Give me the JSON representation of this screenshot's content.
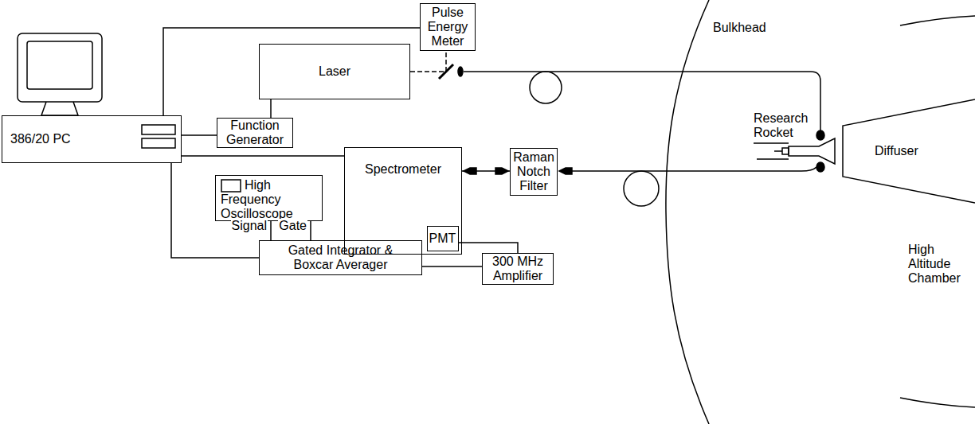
{
  "diagram": {
    "nodes": [
      {
        "text": [
          "386/20 PC"
        ]
      },
      {
        "text": [
          "Pulse Energy Meter"
        ]
      },
      {
        "text": [
          "Laser"
        ]
      },
      {
        "text": [
          "Function Generator"
        ]
      },
      {
        "text": [
          "Spectrometer"
        ]
      },
      {
        "text": [
          "PMT"
        ],
        "in": 4
      },
      {
        "text": [
          "Raman Notch Filter"
        ]
      },
      {
        "text": [
          "High Frequency Oscilloscope"
        ]
      },
      {
        "text": [
          "Gated Integrator & Boxcar Averager"
        ]
      },
      {
        "text": [
          "300 MHz Amplifier"
        ]
      }
    ],
    "edges": [
      {
        "from": 0,
        "to": 1,
        "arrow": "none"
      },
      {
        "from": 2,
        "to": 1,
        "arrow": "none"
      },
      {
        "from": 0,
        "to": 3,
        "arrow": "none"
      },
      {
        "from": 3,
        "to": 2,
        "arrow": "none"
      },
      {
        "from": 0,
        "to": 4,
        "arrow": "none"
      },
      {
        "from": 5,
        "to": 9,
        "arrow": "none"
      },
      {
        "from": 9,
        "to": 8,
        "arrow": "none"
      },
      {
        "from": 7,
        "to": 8,
        "label": "Signal",
        "arrow": "none"
      },
      {
        "from": 7,
        "to": 8,
        "label": "Gate",
        "arrow": "none"
      },
      {
        "from": 0,
        "to": 8,
        "arrow": "none"
      },
      {
        "from": 6,
        "to": 4,
        "arrow": "none"
      }
    ],
    "labels": [
      "Bulkhead",
      "Research Rocket",
      "Diffuser",
      "High Altitude Chamber"
    ]
  }
}
